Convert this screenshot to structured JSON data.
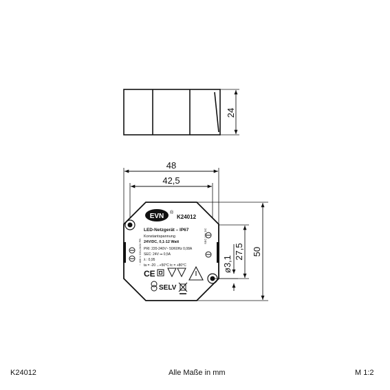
{
  "dimensions": {
    "height_side": "24",
    "width_outer": "48",
    "width_holes": "42,5",
    "height_outer": "50",
    "height_holes": "27,5",
    "hole_diameter": "ø3,1"
  },
  "label": {
    "brand": "EVN",
    "registered": "®",
    "model": "K24012",
    "title": "LED-Netzgerät – IP67",
    "subtitle": "Konstantspannung",
    "rating": "24V/DC, 0,1-12 Watt",
    "pri": "PRI: 220-240V~  50/60Hz 0,08A",
    "sec": "SEC: 24V ⎓  0,5A",
    "lambda": "λ : 0,95",
    "temps": "ta = -20 ...+50°C  tc = +80°C",
    "left_side_mark": "~ 400 V 220-240V  PR",
    "right_side_mark": "SEC 24V DC",
    "selv": "SELV",
    "ce": "CE"
  },
  "footer": {
    "left": "K24012",
    "center": "Alle Maße in mm",
    "right": "M 1:2"
  }
}
